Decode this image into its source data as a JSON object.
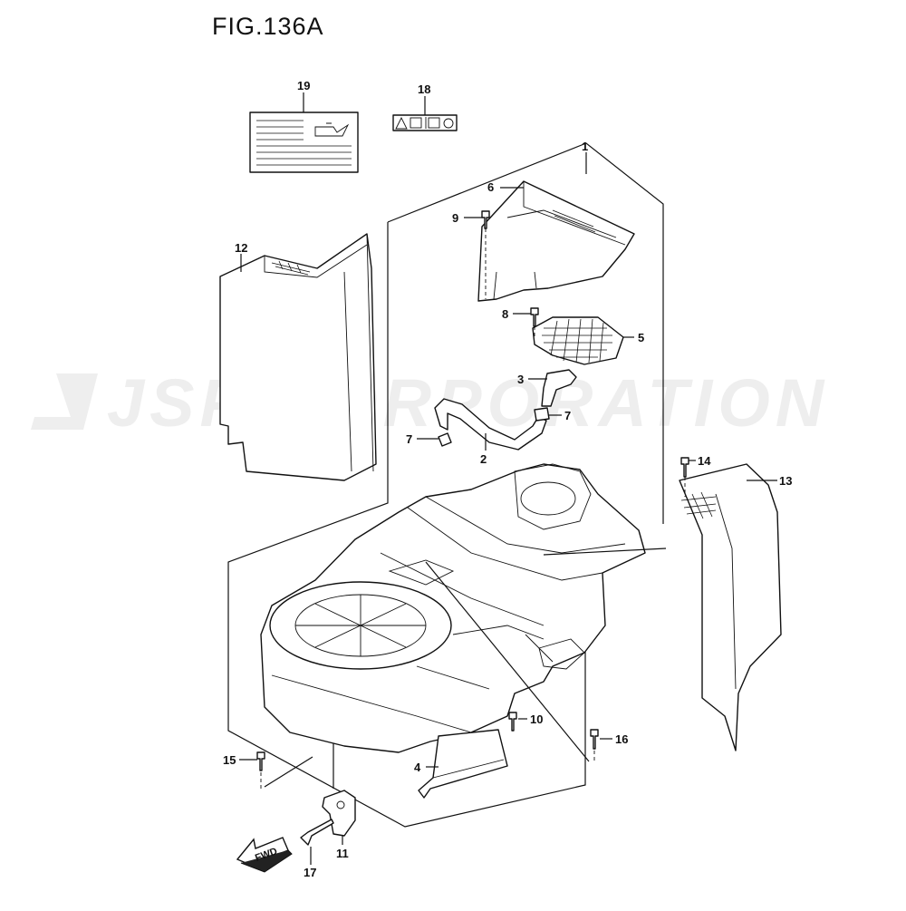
{
  "figure": {
    "title": "FIG.136A",
    "watermark": "JSP CORPORATION",
    "fwd_label": "FWD"
  },
  "callouts": {
    "c1": "1",
    "c2": "2",
    "c3": "3",
    "c4": "4",
    "c5": "5",
    "c6": "6",
    "c7a": "7",
    "c7b": "7",
    "c8": "8",
    "c9": "9",
    "c10": "10",
    "c11": "11",
    "c12": "12",
    "c13": "13",
    "c14": "14",
    "c15": "15",
    "c16": "16",
    "c17": "17",
    "c18": "18",
    "c19": "19"
  },
  "colors": {
    "line": "#111111",
    "watermark": "#eeeeee",
    "background": "#ffffff"
  }
}
